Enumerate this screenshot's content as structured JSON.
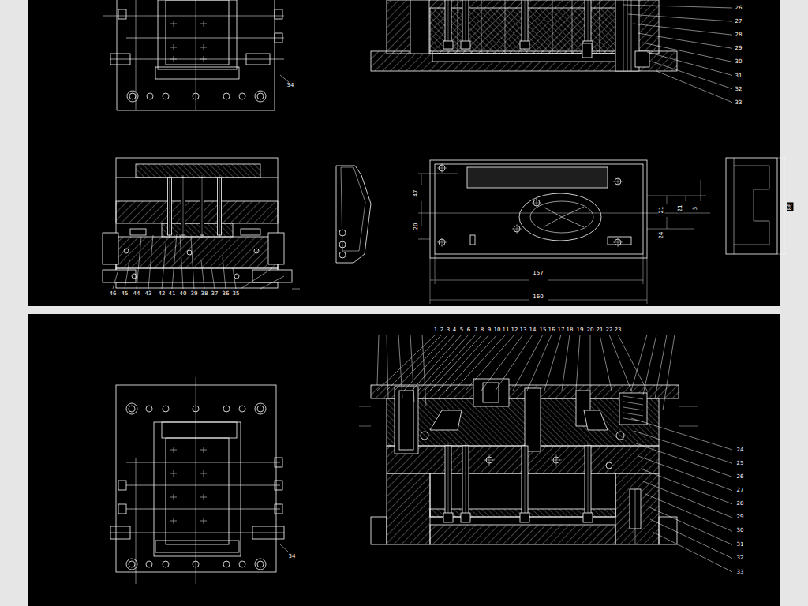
{
  "diagram": {
    "labels": [
      "34",
      "26",
      "27",
      "28",
      "29",
      "30",
      "31",
      "32",
      "33",
      "46",
      "45",
      "44",
      "43",
      "42",
      "41",
      "40",
      "39",
      "38",
      "37",
      "36",
      "35",
      "47",
      "20",
      "21",
      "21",
      "3",
      "24",
      "86",
      "157",
      "160",
      "34",
      "1",
      "2",
      "3",
      "4",
      "5",
      "6",
      "7",
      "8",
      "9",
      "10",
      "11",
      "12",
      "13",
      "14",
      "15",
      "16",
      "17",
      "18",
      "19",
      "20",
      "21",
      "22",
      "23",
      "24",
      "25",
      "26",
      "27",
      "28",
      "29",
      "30",
      "31",
      "32",
      "33"
    ]
  }
}
